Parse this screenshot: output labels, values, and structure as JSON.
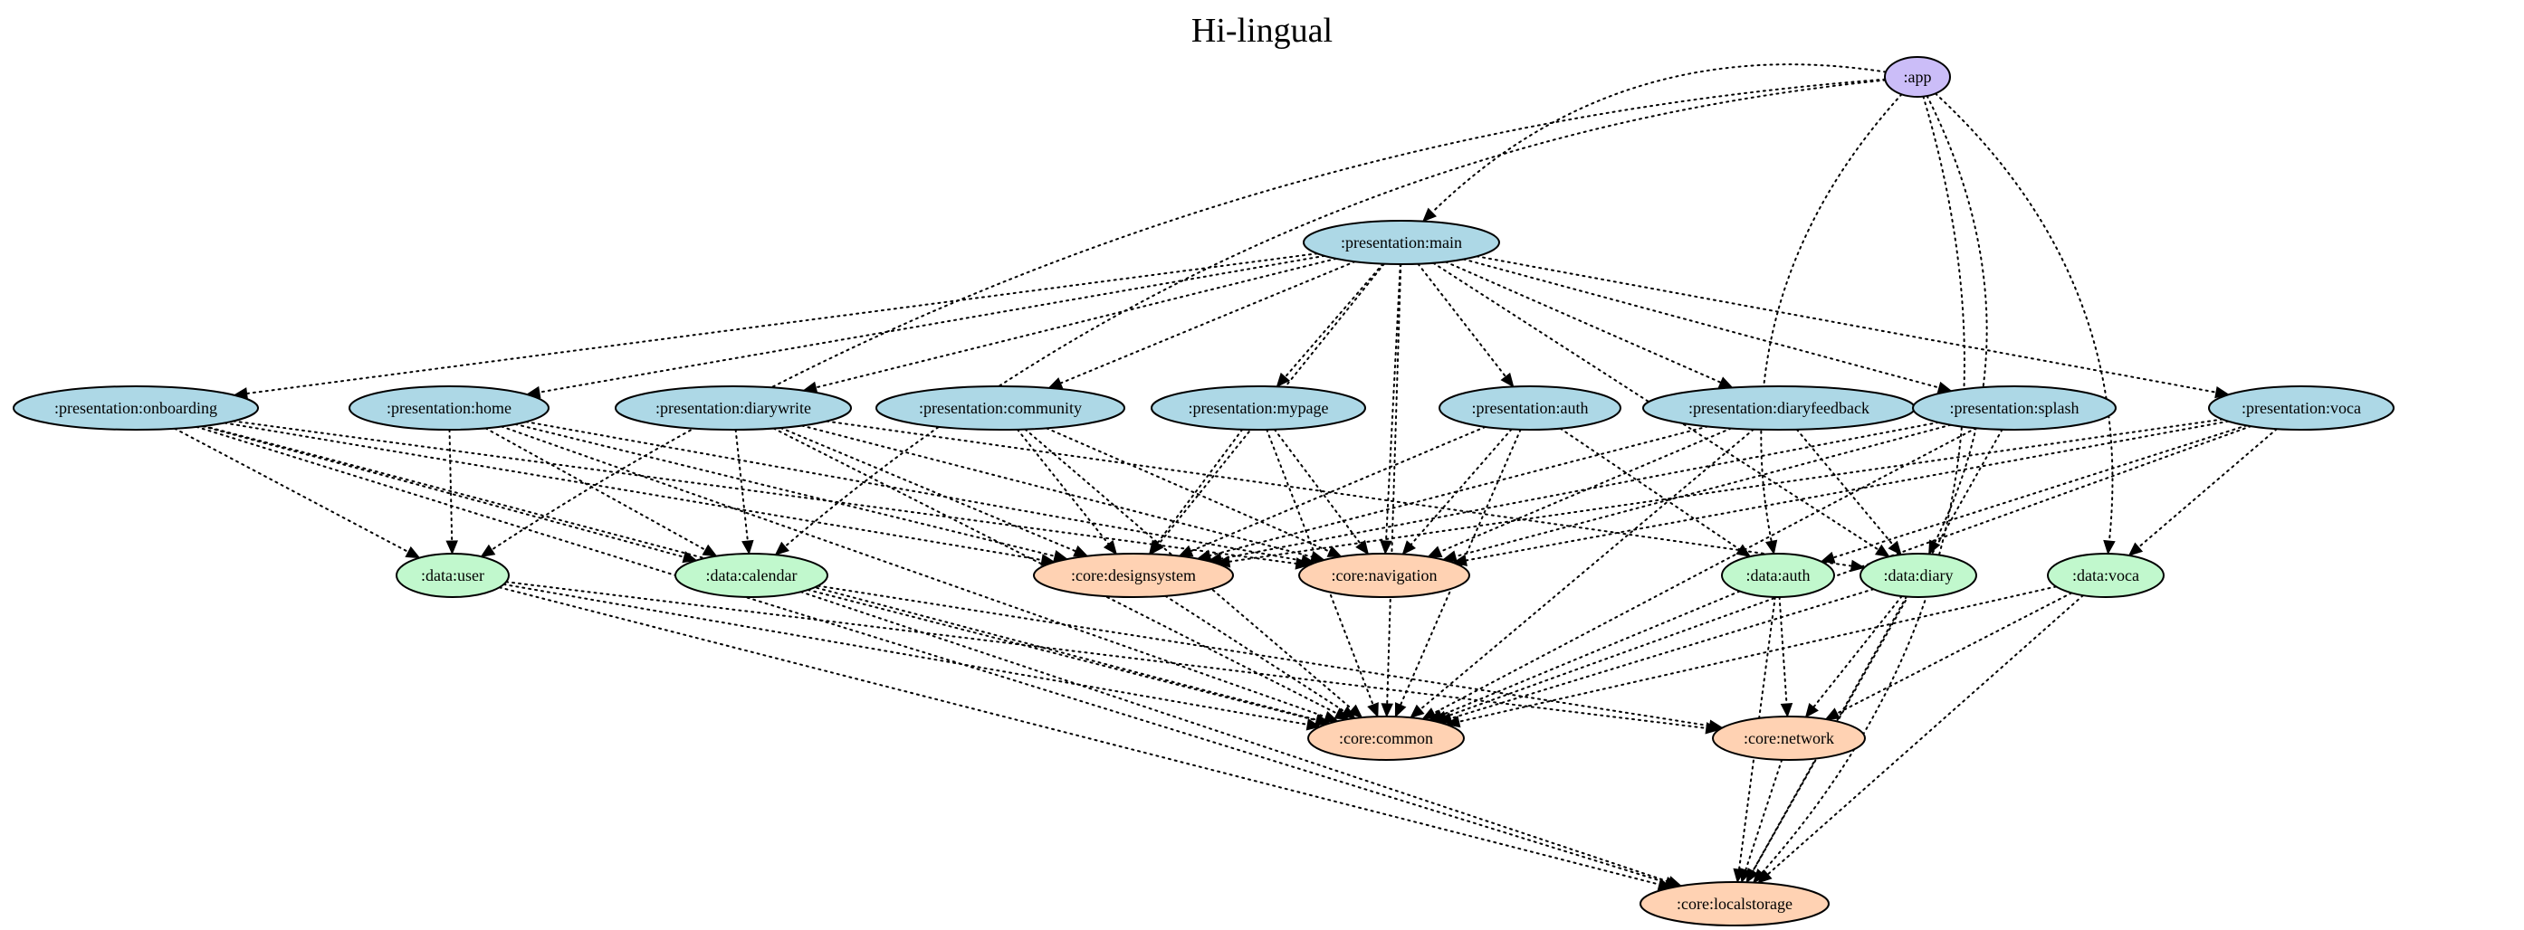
{
  "title": "Hi-lingual",
  "colors": {
    "app": "#cbbdf8",
    "presentation": "#add8e6",
    "data": "#c1f8cd",
    "core": "#ffd2b3"
  },
  "nodes": [
    {
      "id": "app",
      "label": ":app",
      "kind": "app"
    },
    {
      "id": "pmain",
      "label": ":presentation:main",
      "kind": "presentation"
    },
    {
      "id": "ponboarding",
      "label": ":presentation:onboarding",
      "kind": "presentation"
    },
    {
      "id": "phome",
      "label": ":presentation:home",
      "kind": "presentation"
    },
    {
      "id": "pdiarywrite",
      "label": ":presentation:diarywrite",
      "kind": "presentation"
    },
    {
      "id": "pcommunity",
      "label": ":presentation:community",
      "kind": "presentation"
    },
    {
      "id": "pmypage",
      "label": ":presentation:mypage",
      "kind": "presentation"
    },
    {
      "id": "pauth",
      "label": ":presentation:auth",
      "kind": "presentation"
    },
    {
      "id": "pdiaryfeedback",
      "label": ":presentation:diaryfeedback",
      "kind": "presentation"
    },
    {
      "id": "psplash",
      "label": ":presentation:splash",
      "kind": "presentation"
    },
    {
      "id": "pvoca",
      "label": ":presentation:voca",
      "kind": "presentation"
    },
    {
      "id": "duser",
      "label": ":data:user",
      "kind": "data"
    },
    {
      "id": "dcalendar",
      "label": ":data:calendar",
      "kind": "data"
    },
    {
      "id": "cdesignsystem",
      "label": ":core:designsystem",
      "kind": "core"
    },
    {
      "id": "cnavigation",
      "label": ":core:navigation",
      "kind": "core"
    },
    {
      "id": "dauth",
      "label": ":data:auth",
      "kind": "data"
    },
    {
      "id": "ddiary",
      "label": ":data:diary",
      "kind": "data"
    },
    {
      "id": "dvoca",
      "label": ":data:voca",
      "kind": "data"
    },
    {
      "id": "ccommon",
      "label": ":core:common",
      "kind": "core"
    },
    {
      "id": "cnetwork",
      "label": ":core:network",
      "kind": "core"
    },
    {
      "id": "clocalstorage",
      "label": ":core:localstorage",
      "kind": "core"
    }
  ],
  "edges": [
    [
      "app",
      "pmain"
    ],
    [
      "app",
      "duser"
    ],
    [
      "app",
      "dcalendar"
    ],
    [
      "app",
      "dauth"
    ],
    [
      "app",
      "ddiary"
    ],
    [
      "app",
      "dvoca"
    ],
    [
      "app",
      "clocalstorage"
    ],
    [
      "pmain",
      "ponboarding"
    ],
    [
      "pmain",
      "phome"
    ],
    [
      "pmain",
      "pdiarywrite"
    ],
    [
      "pmain",
      "pcommunity"
    ],
    [
      "pmain",
      "pmypage"
    ],
    [
      "pmain",
      "pauth"
    ],
    [
      "pmain",
      "pdiaryfeedback"
    ],
    [
      "pmain",
      "psplash"
    ],
    [
      "pmain",
      "pvoca"
    ],
    [
      "pmain",
      "cdesignsystem"
    ],
    [
      "pmain",
      "cnavigation"
    ],
    [
      "pmain",
      "ccommon"
    ],
    [
      "pmain",
      "ddiary"
    ],
    [
      "ponboarding",
      "duser"
    ],
    [
      "ponboarding",
      "dcalendar"
    ],
    [
      "ponboarding",
      "cdesignsystem"
    ],
    [
      "ponboarding",
      "cnavigation"
    ],
    [
      "ponboarding",
      "ccommon"
    ],
    [
      "ponboarding",
      "clocalstorage"
    ],
    [
      "phome",
      "duser"
    ],
    [
      "phome",
      "dcalendar"
    ],
    [
      "phome",
      "cdesignsystem"
    ],
    [
      "phome",
      "cnavigation"
    ],
    [
      "phome",
      "ccommon"
    ],
    [
      "pdiarywrite",
      "dcalendar"
    ],
    [
      "pdiarywrite",
      "cdesignsystem"
    ],
    [
      "pdiarywrite",
      "cnavigation"
    ],
    [
      "pdiarywrite",
      "ccommon"
    ],
    [
      "pdiarywrite",
      "ddiary"
    ],
    [
      "pcommunity",
      "cdesignsystem"
    ],
    [
      "pcommunity",
      "cnavigation"
    ],
    [
      "pcommunity",
      "ccommon"
    ],
    [
      "pmypage",
      "cdesignsystem"
    ],
    [
      "pmypage",
      "cnavigation"
    ],
    [
      "pmypage",
      "ccommon"
    ],
    [
      "pauth",
      "cdesignsystem"
    ],
    [
      "pauth",
      "cnavigation"
    ],
    [
      "pauth",
      "ccommon"
    ],
    [
      "pauth",
      "dauth"
    ],
    [
      "pdiaryfeedback",
      "cdesignsystem"
    ],
    [
      "pdiaryfeedback",
      "cnavigation"
    ],
    [
      "pdiaryfeedback",
      "ccommon"
    ],
    [
      "pdiaryfeedback",
      "ddiary"
    ],
    [
      "psplash",
      "cdesignsystem"
    ],
    [
      "psplash",
      "cnavigation"
    ],
    [
      "psplash",
      "ccommon"
    ],
    [
      "psplash",
      "clocalstorage"
    ],
    [
      "pvoca",
      "cdesignsystem"
    ],
    [
      "pvoca",
      "cnavigation"
    ],
    [
      "pvoca",
      "ccommon"
    ],
    [
      "pvoca",
      "dvoca"
    ],
    [
      "pvoca",
      "dauth"
    ],
    [
      "duser",
      "ccommon"
    ],
    [
      "duser",
      "cnetwork"
    ],
    [
      "duser",
      "clocalstorage"
    ],
    [
      "dcalendar",
      "ccommon"
    ],
    [
      "dcalendar",
      "cnetwork"
    ],
    [
      "dcalendar",
      "clocalstorage"
    ],
    [
      "cdesignsystem",
      "ccommon"
    ],
    [
      "dauth",
      "ccommon"
    ],
    [
      "dauth",
      "cnetwork"
    ],
    [
      "dauth",
      "clocalstorage"
    ],
    [
      "ddiary",
      "ccommon"
    ],
    [
      "ddiary",
      "cnetwork"
    ],
    [
      "ddiary",
      "clocalstorage"
    ],
    [
      "dvoca",
      "ccommon"
    ],
    [
      "dvoca",
      "cnetwork"
    ],
    [
      "dvoca",
      "clocalstorage"
    ],
    [
      "cnetwork",
      "clocalstorage"
    ]
  ]
}
